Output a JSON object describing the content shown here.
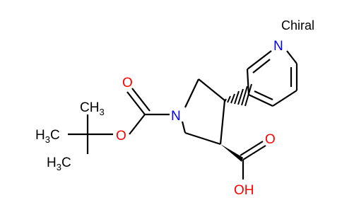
{
  "figure": {
    "flag": "Chiral",
    "colors": {
      "bond": "#000000",
      "oxygen": "#ff0000",
      "nitrogen": "#0000ff"
    }
  },
  "atoms": {
    "n_ring": "N",
    "n_pyridine": "N",
    "o_carbonyl_boc": "O",
    "o_ester": "O",
    "o_carbonyl_acid": "O",
    "oh": "OH",
    "ch3_top": {
      "base": "CH",
      "sub": "3"
    },
    "h3c_left": {
      "pre": "H",
      "sub": "3",
      "post": "C"
    },
    "h3c_bottom": {
      "pre": "H",
      "sub": "3",
      "post": "C"
    }
  }
}
